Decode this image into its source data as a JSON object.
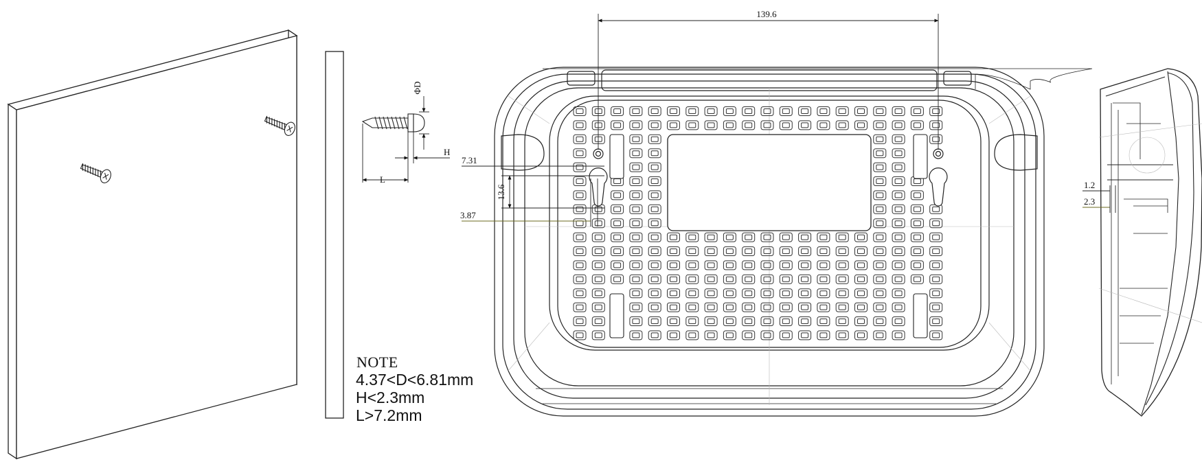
{
  "diagram": {
    "dimensions": {
      "phi_d": "ΦD",
      "h": "H",
      "l": "L",
      "overall_width": "139.6",
      "hole_offset": "7.31",
      "slot_length": "13.6",
      "slot_width": "3.87",
      "side_a": "1.2",
      "side_b": "2.3"
    },
    "note": {
      "title": "NOTE",
      "lines": [
        "4.37<D<6.81mm",
        "H<2.3mm",
        "L>7.2mm"
      ]
    }
  }
}
